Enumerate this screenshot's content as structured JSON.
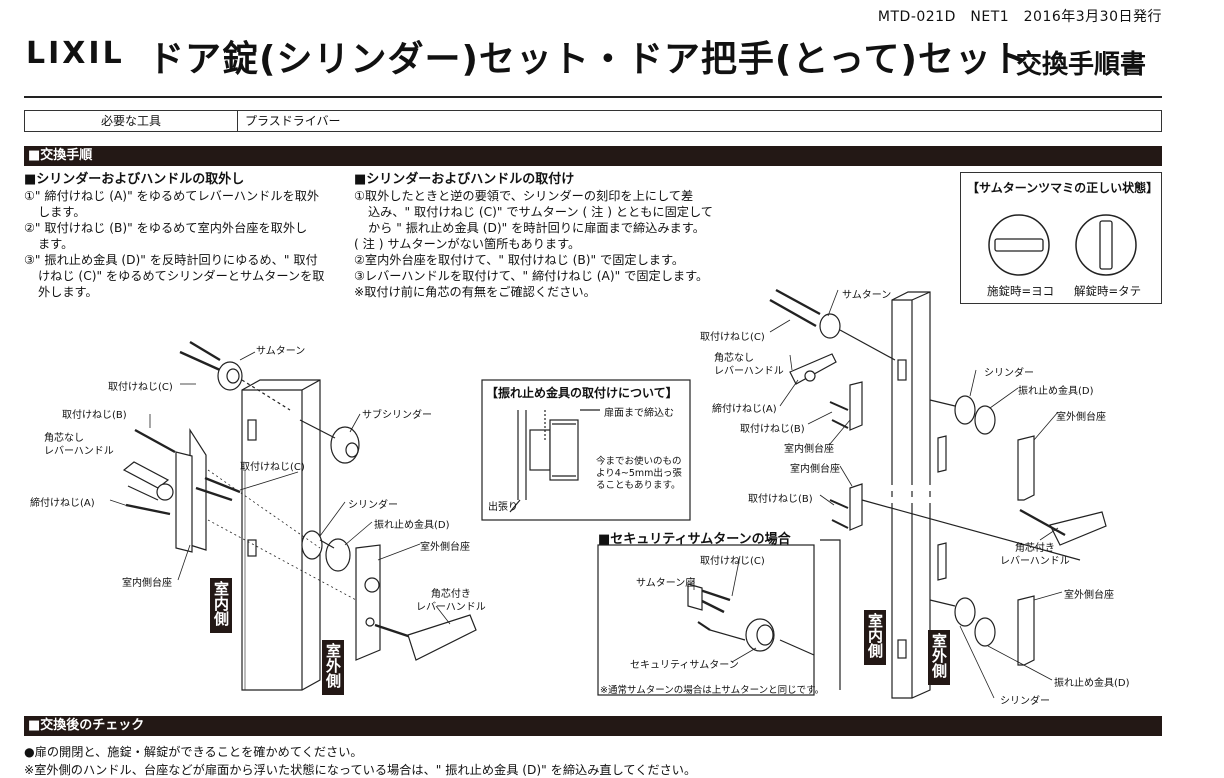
{
  "header": {
    "doc_id": "MTD-021D　NET1　2016年3月30日発行",
    "logo": "LIXIL",
    "title": "ドア錠(シリンダー)セット・ドア把手(とって)セット",
    "subtitle": "交換手順書"
  },
  "tools": {
    "label": "必要な工具",
    "value": "プラスドライバー"
  },
  "procedure": {
    "section_title": "■交換手順",
    "removal": {
      "heading": "■シリンダーおよびハンドルの取外し",
      "steps": [
        "①\" 締付けねじ (A)\" をゆるめてレバーハンドルを取外",
        "します。",
        "②\" 取付けねじ (B)\" をゆるめて室内外台座を取外し",
        "ます。",
        "③\" 振れ止め金具 (D)\" を反時計回りにゆるめ、\" 取付",
        "けねじ (C)\" をゆるめてシリンダーとサムターンを取",
        "外します。"
      ]
    },
    "install": {
      "heading": "■シリンダーおよびハンドルの取付け",
      "steps": [
        "①取外したときと逆の要領で、シリンダーの刻印を上にして差",
        "込み、\" 取付けねじ (C)\" でサムターン ( 注 ) とともに固定して",
        "から \" 振れ止め金具 (D)\" を時計回りに扉面まで締込みます。",
        "( 注 ) サムターンがない箇所もあります。",
        "②室内外台座を取付けて、\" 取付けねじ (B)\" で固定します。",
        "③レバーハンドルを取付けて、\" 締付けねじ (A)\" で固定します。",
        "※取付け前に角芯の有無をご確認ください。"
      ]
    }
  },
  "thumbturn": {
    "title": "【サムターンツマミの正しい状態】",
    "locked": "施錠時=ヨコ",
    "unlocked": "解錠時=タテ"
  },
  "antiwobble": {
    "title": "【振れ止め金具の取付けについて】",
    "note_flush": "扉面まで締込む",
    "note_protrude": [
      "今までお使いのもの",
      "より4~5mm出っ張",
      "ることもあります。"
    ],
    "label_protrude": "出張り"
  },
  "security": {
    "heading": "■セキュリティサムターンの場合",
    "screw_c": "取付けねじ(C)",
    "base": "サムターン座",
    "thumbturn": "セキュリティサムターン",
    "note": "※通常サムターンの場合は上サムターンと同じです。"
  },
  "left_diagram": {
    "thumbturn": "サムターン",
    "screw_c1": "取付けねじ(C)",
    "sub_cylinder": "サブシリンダー",
    "screw_b": "取付けねじ(B)",
    "lever_plain": [
      "角芯なし",
      "レバーハンドル"
    ],
    "screw_c2": "取付けねじ(C)",
    "screw_a": "締付けねじ(A)",
    "cylinder": "シリンダー",
    "antiwobble": "振れ止め金具(D)",
    "outer_base": "室外側台座",
    "inner_base": "室内側台座",
    "lever_square": [
      "角芯付き",
      "レバーハンドル"
    ],
    "indoor": "室内側",
    "outdoor": "室外側"
  },
  "right_diagram": {
    "thumbturn": "サムターン",
    "screw_c": "取付けねじ(C)",
    "lever_plain": [
      "角芯なし",
      "レバーハンドル"
    ],
    "screw_a": "締付けねじ(A)",
    "screw_b1": "取付けねじ(B)",
    "inner_base1": "室内側台座",
    "inner_base2": "室内側台座",
    "screw_b2": "取付けねじ(B)",
    "cylinder1": "シリンダー",
    "antiwobble1": "振れ止め金具(D)",
    "outer_base1": "室外側台座",
    "lever_square": [
      "角芯付き",
      "レバーハンドル"
    ],
    "outer_base2": "室外側台座",
    "antiwobble2": "振れ止め金具(D)",
    "cylinder2": "シリンダー",
    "indoor": "室内側",
    "outdoor": "室外側"
  },
  "check": {
    "section_title": "■交換後のチェック",
    "lines": [
      "●扉の開閉と、施錠・解錠ができることを確かめてください。",
      "※室外側のハンドル、台座などが扉面から浮いた状態になっている場合は、\" 振れ止め金具 (D)\" を締込み直してください。"
    ]
  }
}
